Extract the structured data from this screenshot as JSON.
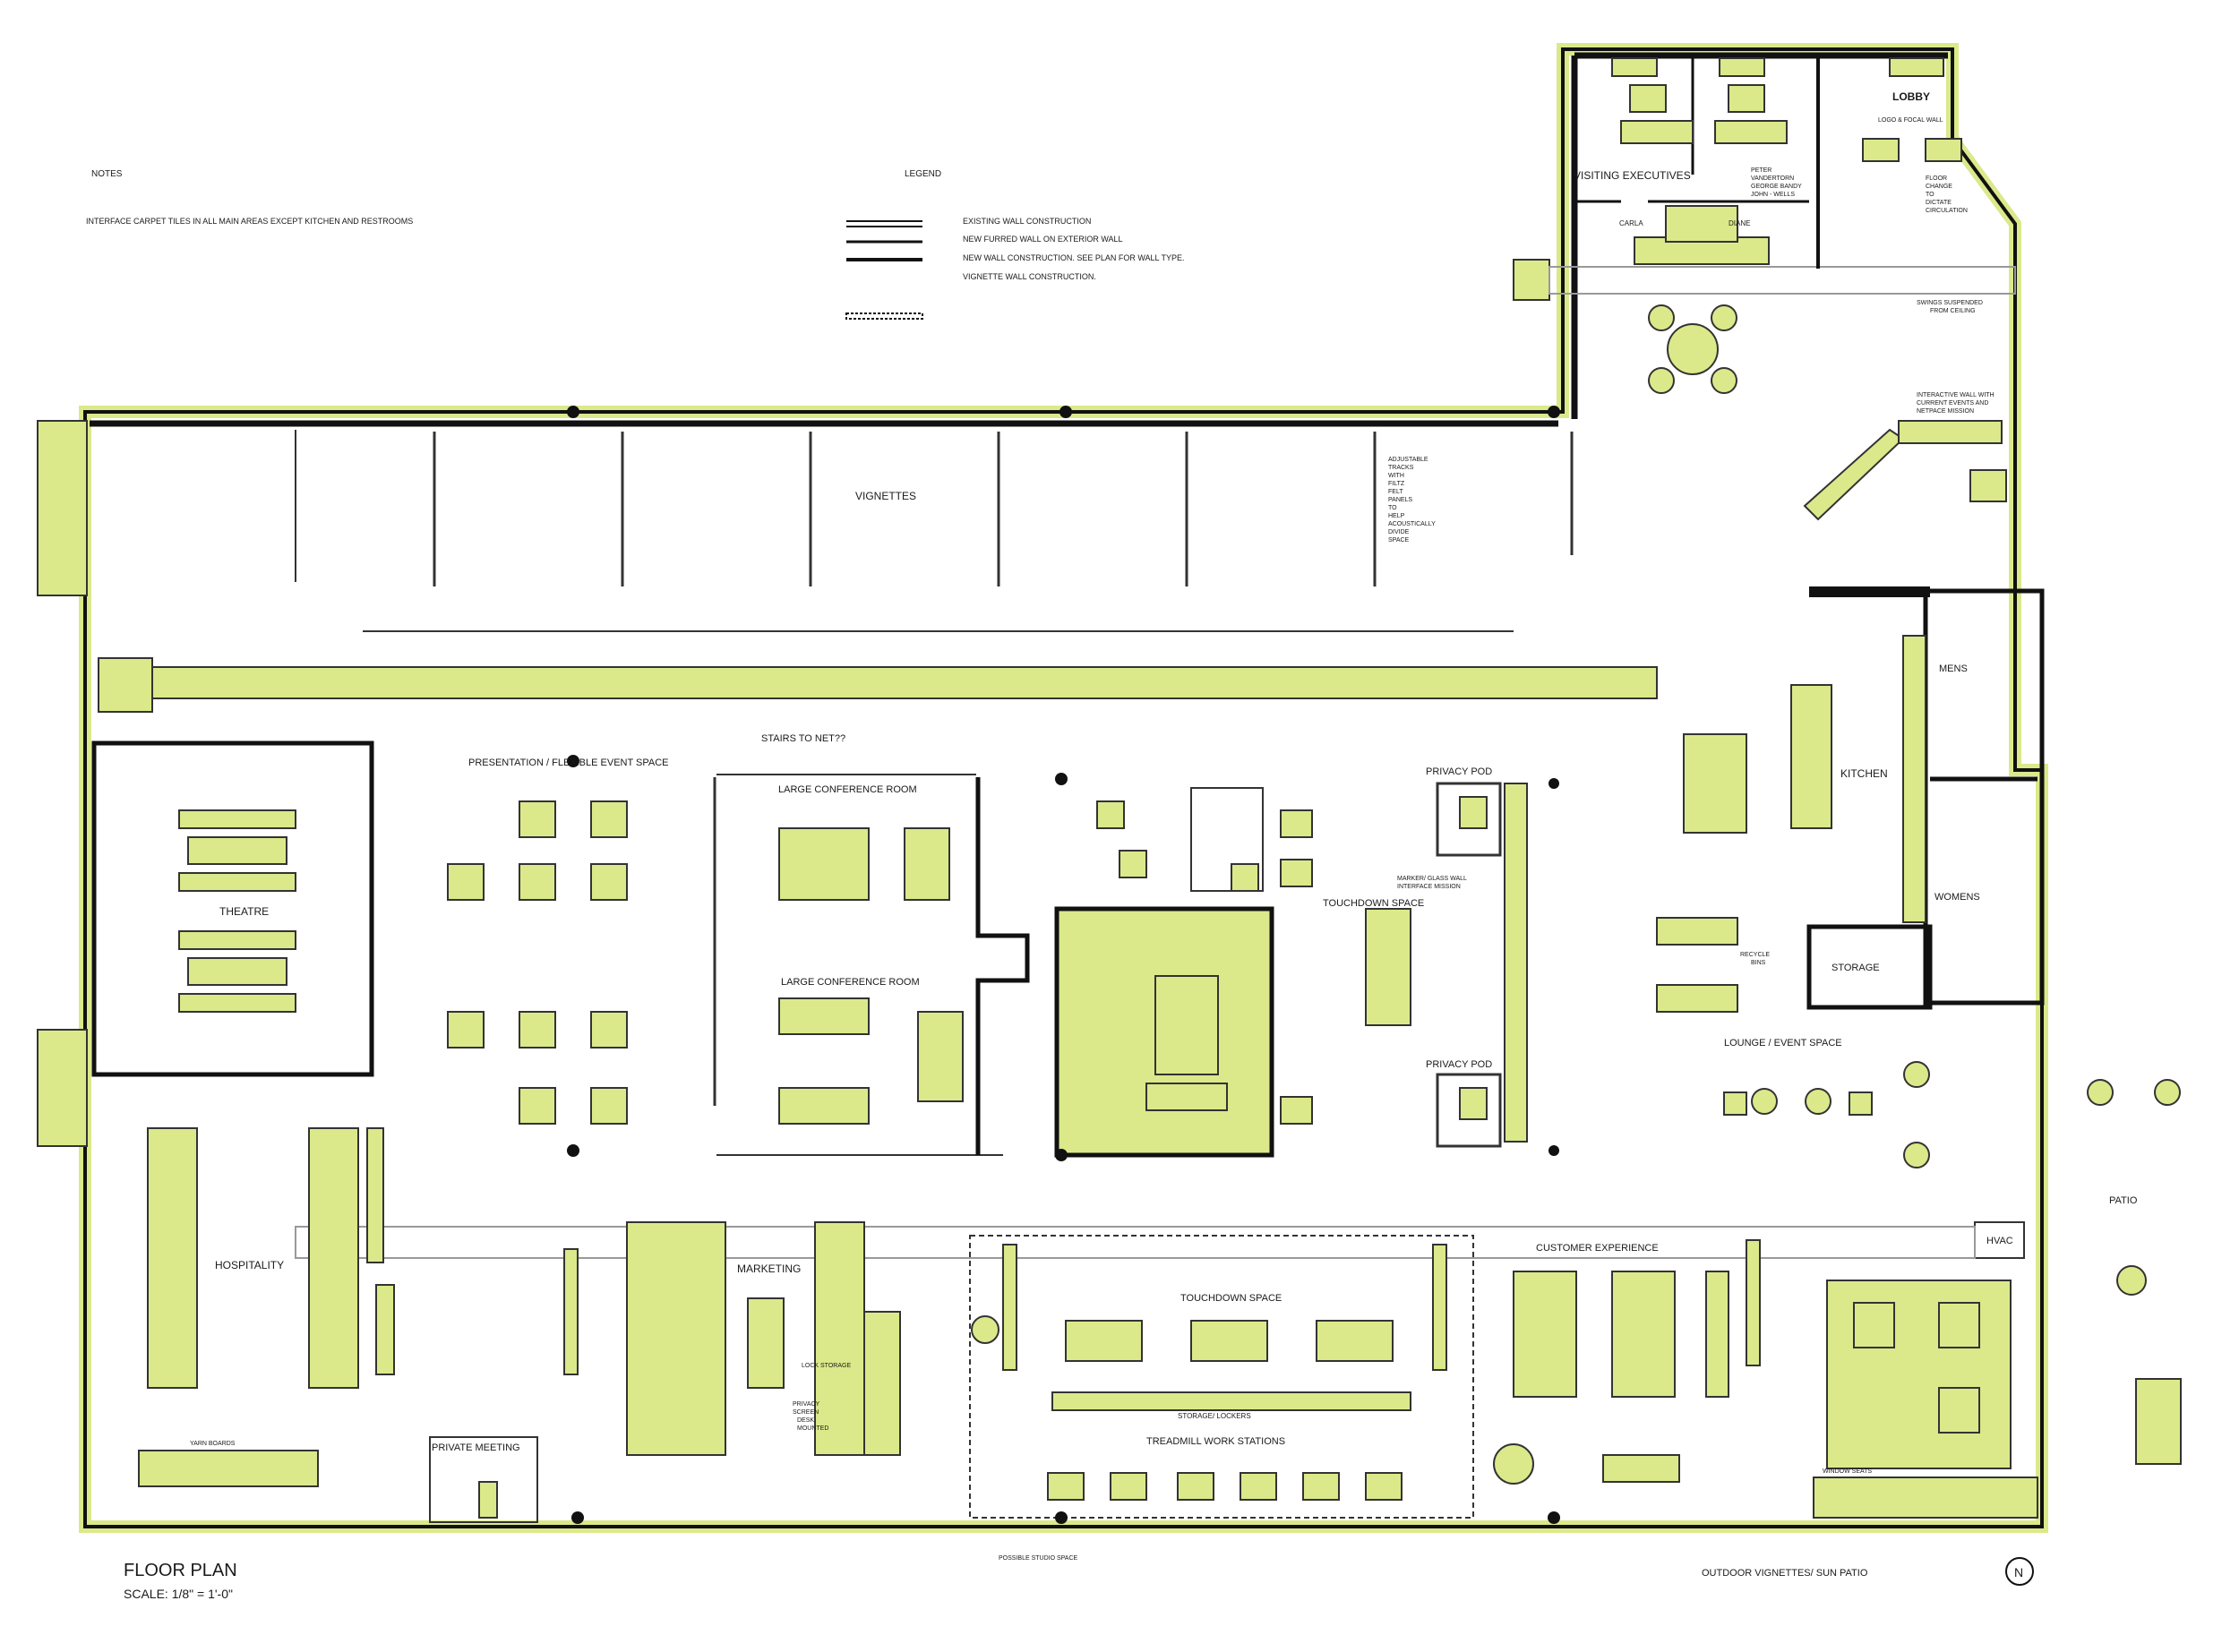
{
  "title": "FLOOR PLAN",
  "scale": "SCALE: 1/8\" = 1'-0\"",
  "notes": {
    "heading": "NOTES",
    "items": [
      "INTERFACE CARPET TILES IN ALL MAIN AREAS EXCEPT KITCHEN AND RESTROOMS"
    ]
  },
  "legend": {
    "heading": "LEGEND",
    "items": [
      "EXISTING WALL CONSTRUCTION",
      "NEW FURRED WALL ON EXTERIOR WALL",
      "NEW WALL CONSTRUCTION. SEE PLAN FOR WALL TYPE.",
      "VIGNETTE WALL CONSTRUCTION."
    ]
  },
  "rooms": {
    "vignettes": "VIGNETTES",
    "visiting_executives": "VISITING EXECUTIVES",
    "lobby": "LOBBY",
    "theatre": "THEATRE",
    "presentation": "PRESENTATION / FLEXIBLE EVENT SPACE",
    "stairs": "STAIRS TO NET??",
    "large_conf_1": "LARGE CONFERENCE ROOM",
    "large_conf_2": "LARGE CONFERENCE ROOM",
    "privacy_pod_1": "PRIVACY POD",
    "privacy_pod_2": "PRIVACY POD",
    "touchdown_1": "TOUCHDOWN SPACE",
    "touchdown_2": "TOUCHDOWN SPACE",
    "kitchen": "KITCHEN",
    "mens": "MENS",
    "womens": "WOMENS",
    "storage": "STORAGE",
    "lounge": "LOUNGE / EVENT SPACE",
    "hospitality": "HOSPITALITY",
    "marketing": "MARKETING",
    "customer_experience": "CUSTOMER EXPERIENCE",
    "treadmill": "TREADMILL WORK STATIONS",
    "private_meeting": "PRIVATE MEETING",
    "hvac": "HVAC",
    "patio": "PATIO",
    "outdoor": "OUTDOOR VIGNETTES/ SUN PATIO"
  },
  "annotations": {
    "names_left": "CARLA",
    "names_right": "DIANE",
    "names_exec": [
      "PETER",
      "VANDERTORN",
      "GEORGE BANDY",
      "JOHN - WELLS"
    ],
    "logo_wall": "LOGO & FOCAL WALL",
    "floor_change": [
      "FLOOR",
      "CHANGE",
      "TO",
      "DICTATE",
      "CIRCULATION"
    ],
    "swings": [
      "SWINGS SUSPENDED",
      "FROM CEILING"
    ],
    "interactive_wall": [
      "INTERACTIVE WALL WITH",
      "CURRENT EVENTS AND",
      "NETPACE MISSION"
    ],
    "adjustable_tracks": [
      "ADJUSTABLE",
      "TRACKS",
      "WITH",
      "FILTZ",
      "FELT",
      "PANELS",
      "TO",
      "HELP",
      "ACOUSTICALLY",
      "DIVIDE",
      "SPACE"
    ],
    "marker_wall": [
      "MARKER/ GLASS WALL",
      "INTERFACE MISSION"
    ],
    "recycle": [
      "RECYCLE",
      "BINS"
    ],
    "storage_lockers": "STORAGE/ LOCKERS",
    "lock_storage": "LOCK STORAGE",
    "privacy_screen": [
      "PRIVACY",
      "SCREEN",
      "DESK",
      "MOUNTED"
    ],
    "yarn_boards": "YARN BOARDS",
    "possible_studio": "POSSIBLE STUDIO SPACE",
    "window_seats": "WINDOW SEATS",
    "north": "N"
  },
  "colors": {
    "furniture": "#dbe98a",
    "wall": "#111111",
    "line": "#333333",
    "paper": "#ffffff"
  }
}
